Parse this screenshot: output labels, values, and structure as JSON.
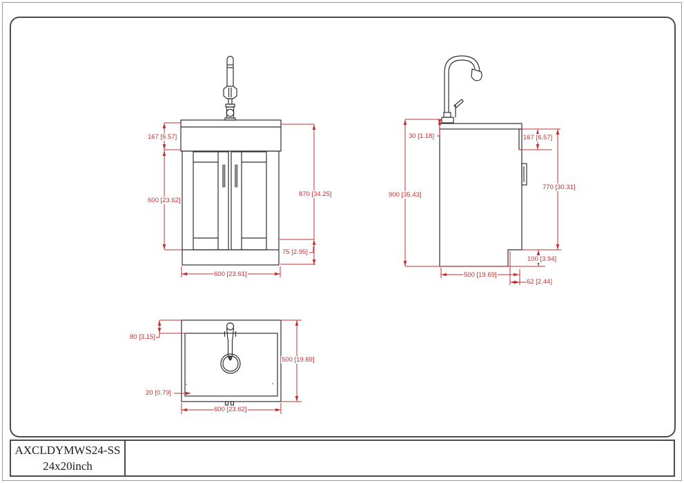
{
  "title_block": {
    "model": "AXCLDYMWS24-SS",
    "size": "24x20inch"
  },
  "views": {
    "front": {
      "dims": {
        "sink_section_height": "167 [6.57]",
        "door_section_height": "600 [23.62]",
        "overall_height": "870 [34.25]",
        "base_height": "75 [2.95]",
        "overall_width": "600 [23.61]"
      }
    },
    "side": {
      "dims": {
        "counter_lip": "30 [1.18]",
        "overall_height": "900 [35.43]",
        "sink_depth": "167 [6.57]",
        "body_height": "770 [30.31]",
        "kick_height": "100 [3.94]",
        "overall_depth": "500 [19.69]",
        "kick_recess": "62 [2.44]"
      }
    },
    "top": {
      "dims": {
        "back_offset": "80 [3.15]",
        "overall_depth": "500 [19.69]",
        "rim_offset": "20 [0.79]",
        "overall_width": "600 [23.62]"
      }
    }
  },
  "colors": {
    "dimension_red": "#c62f2f",
    "line_black": "#2e2e2e"
  }
}
